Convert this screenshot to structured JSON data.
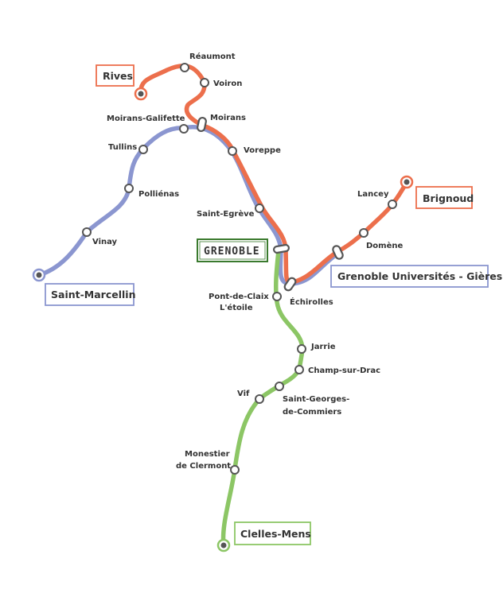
{
  "colors": {
    "line_orange": "#ec6f4c",
    "line_blue": "#8b96d0",
    "line_green": "#8cc665",
    "hub_border": "#3a7a2e",
    "station_dot": "#555555",
    "text": "#333333"
  },
  "terminals": {
    "rives": "Rives",
    "brignoud": "Brignoud",
    "saint_marcellin": "Saint-Marcellin",
    "gieres": "Grenoble Universités - Gières",
    "clelles": "Clelles-Mens"
  },
  "hub": {
    "grenoble": "GRENOBLE"
  },
  "stations": {
    "reaumont": "Réaumont",
    "voiron": "Voiron",
    "moirans_galifette": "Moirans-Galifette",
    "moirans": "Moirans",
    "tullins": "Tullins",
    "voreppe": "Voreppe",
    "pollenas": "Polliénas",
    "saint_egreve": "Saint-Egrève",
    "vinay": "Vinay",
    "lancey": "Lancey",
    "domene": "Domène",
    "pont_de_claix_1": "Pont-de-Claix",
    "pont_de_claix_2": "L'étoile",
    "echirolles": "Échirolles",
    "jarrie": "Jarrie",
    "champ_sur_drac": "Champ-sur-Drac",
    "vif": "Vif",
    "saint_georges_1": "Saint-Georges-",
    "saint_georges_2": "de-Commiers",
    "monestier_1": "Monestier",
    "monestier_2": "de Clermont"
  }
}
